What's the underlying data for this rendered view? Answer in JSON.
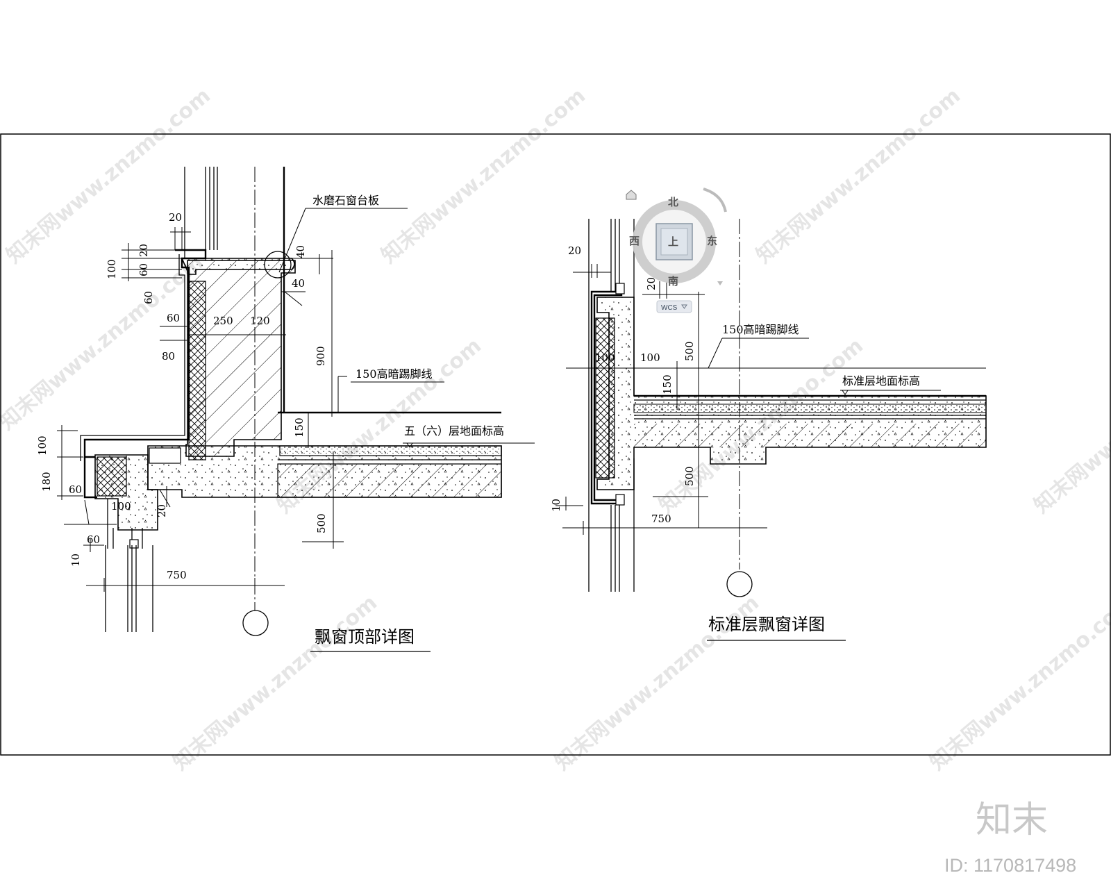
{
  "watermark": {
    "text": "知末网www.znzmo.com",
    "brand": "知末",
    "id_label": "ID: 1170817498"
  },
  "left_detail": {
    "title": "飘窗顶部详图",
    "notes": {
      "sill_board": "水磨石窗台板",
      "skirting": "150高暗踢脚线",
      "floor_level": "五（六）层地面标高"
    },
    "dims": {
      "d20_top": "20",
      "d100": "100",
      "d20_a": "20",
      "d60_a": "60",
      "d60_b": "60",
      "d40_a": "40",
      "d40_b": "40",
      "d60_c": "60",
      "d80": "80",
      "d250": "250",
      "d120": "120",
      "d900": "900",
      "d150": "150",
      "d100_b": "100",
      "d180": "180",
      "d60_d": "60",
      "d100_c": "100",
      "d20_b": "20",
      "d60_e": "60",
      "d10": "10",
      "d500": "500",
      "d750": "750"
    }
  },
  "right_detail": {
    "title": "标准层飘窗详图",
    "notes": {
      "skirting": "150高暗踢脚线",
      "floor_level": "标准层地面标高"
    },
    "dims": {
      "d20": "20",
      "d20_b": "20",
      "d500_a": "500",
      "d100_a": "100",
      "d100_b": "100",
      "d150": "150",
      "d500_b": "500",
      "d10": "10",
      "d750": "750"
    }
  },
  "viewcube": {
    "north": "北",
    "south": "南",
    "east": "东",
    "west": "西",
    "face": "上",
    "wcs_label": "WCS"
  }
}
